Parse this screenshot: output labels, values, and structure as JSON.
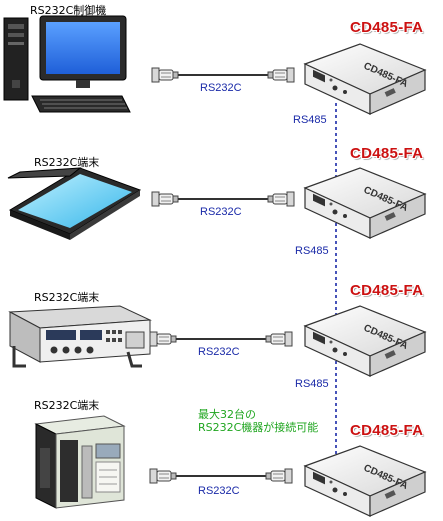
{
  "rows": [
    {
      "device_label": "RS232C制御機",
      "cable_label": "RS232C",
      "product_label": "CD485-FA",
      "bus_label": "RS485"
    },
    {
      "device_label": "RS232C端末",
      "cable_label": "RS232C",
      "product_label": "CD485-FA",
      "bus_label": "RS485"
    },
    {
      "device_label": "RS232C端末",
      "cable_label": "RS232C",
      "product_label": "CD485-FA",
      "bus_label": "RS485"
    },
    {
      "device_label": "RS232C端末",
      "cable_label": "RS232C",
      "product_label": "CD485-FA"
    }
  ],
  "unit_marking": "CD485-FA",
  "note": {
    "line1": "最大32台の",
    "line2": "RS232C機器が接続可能"
  },
  "colors": {
    "product_label": "#cc1111",
    "cable_label": "#1a2aa8",
    "bus_line": "#1a2aa8",
    "note": "#1fa51f"
  }
}
